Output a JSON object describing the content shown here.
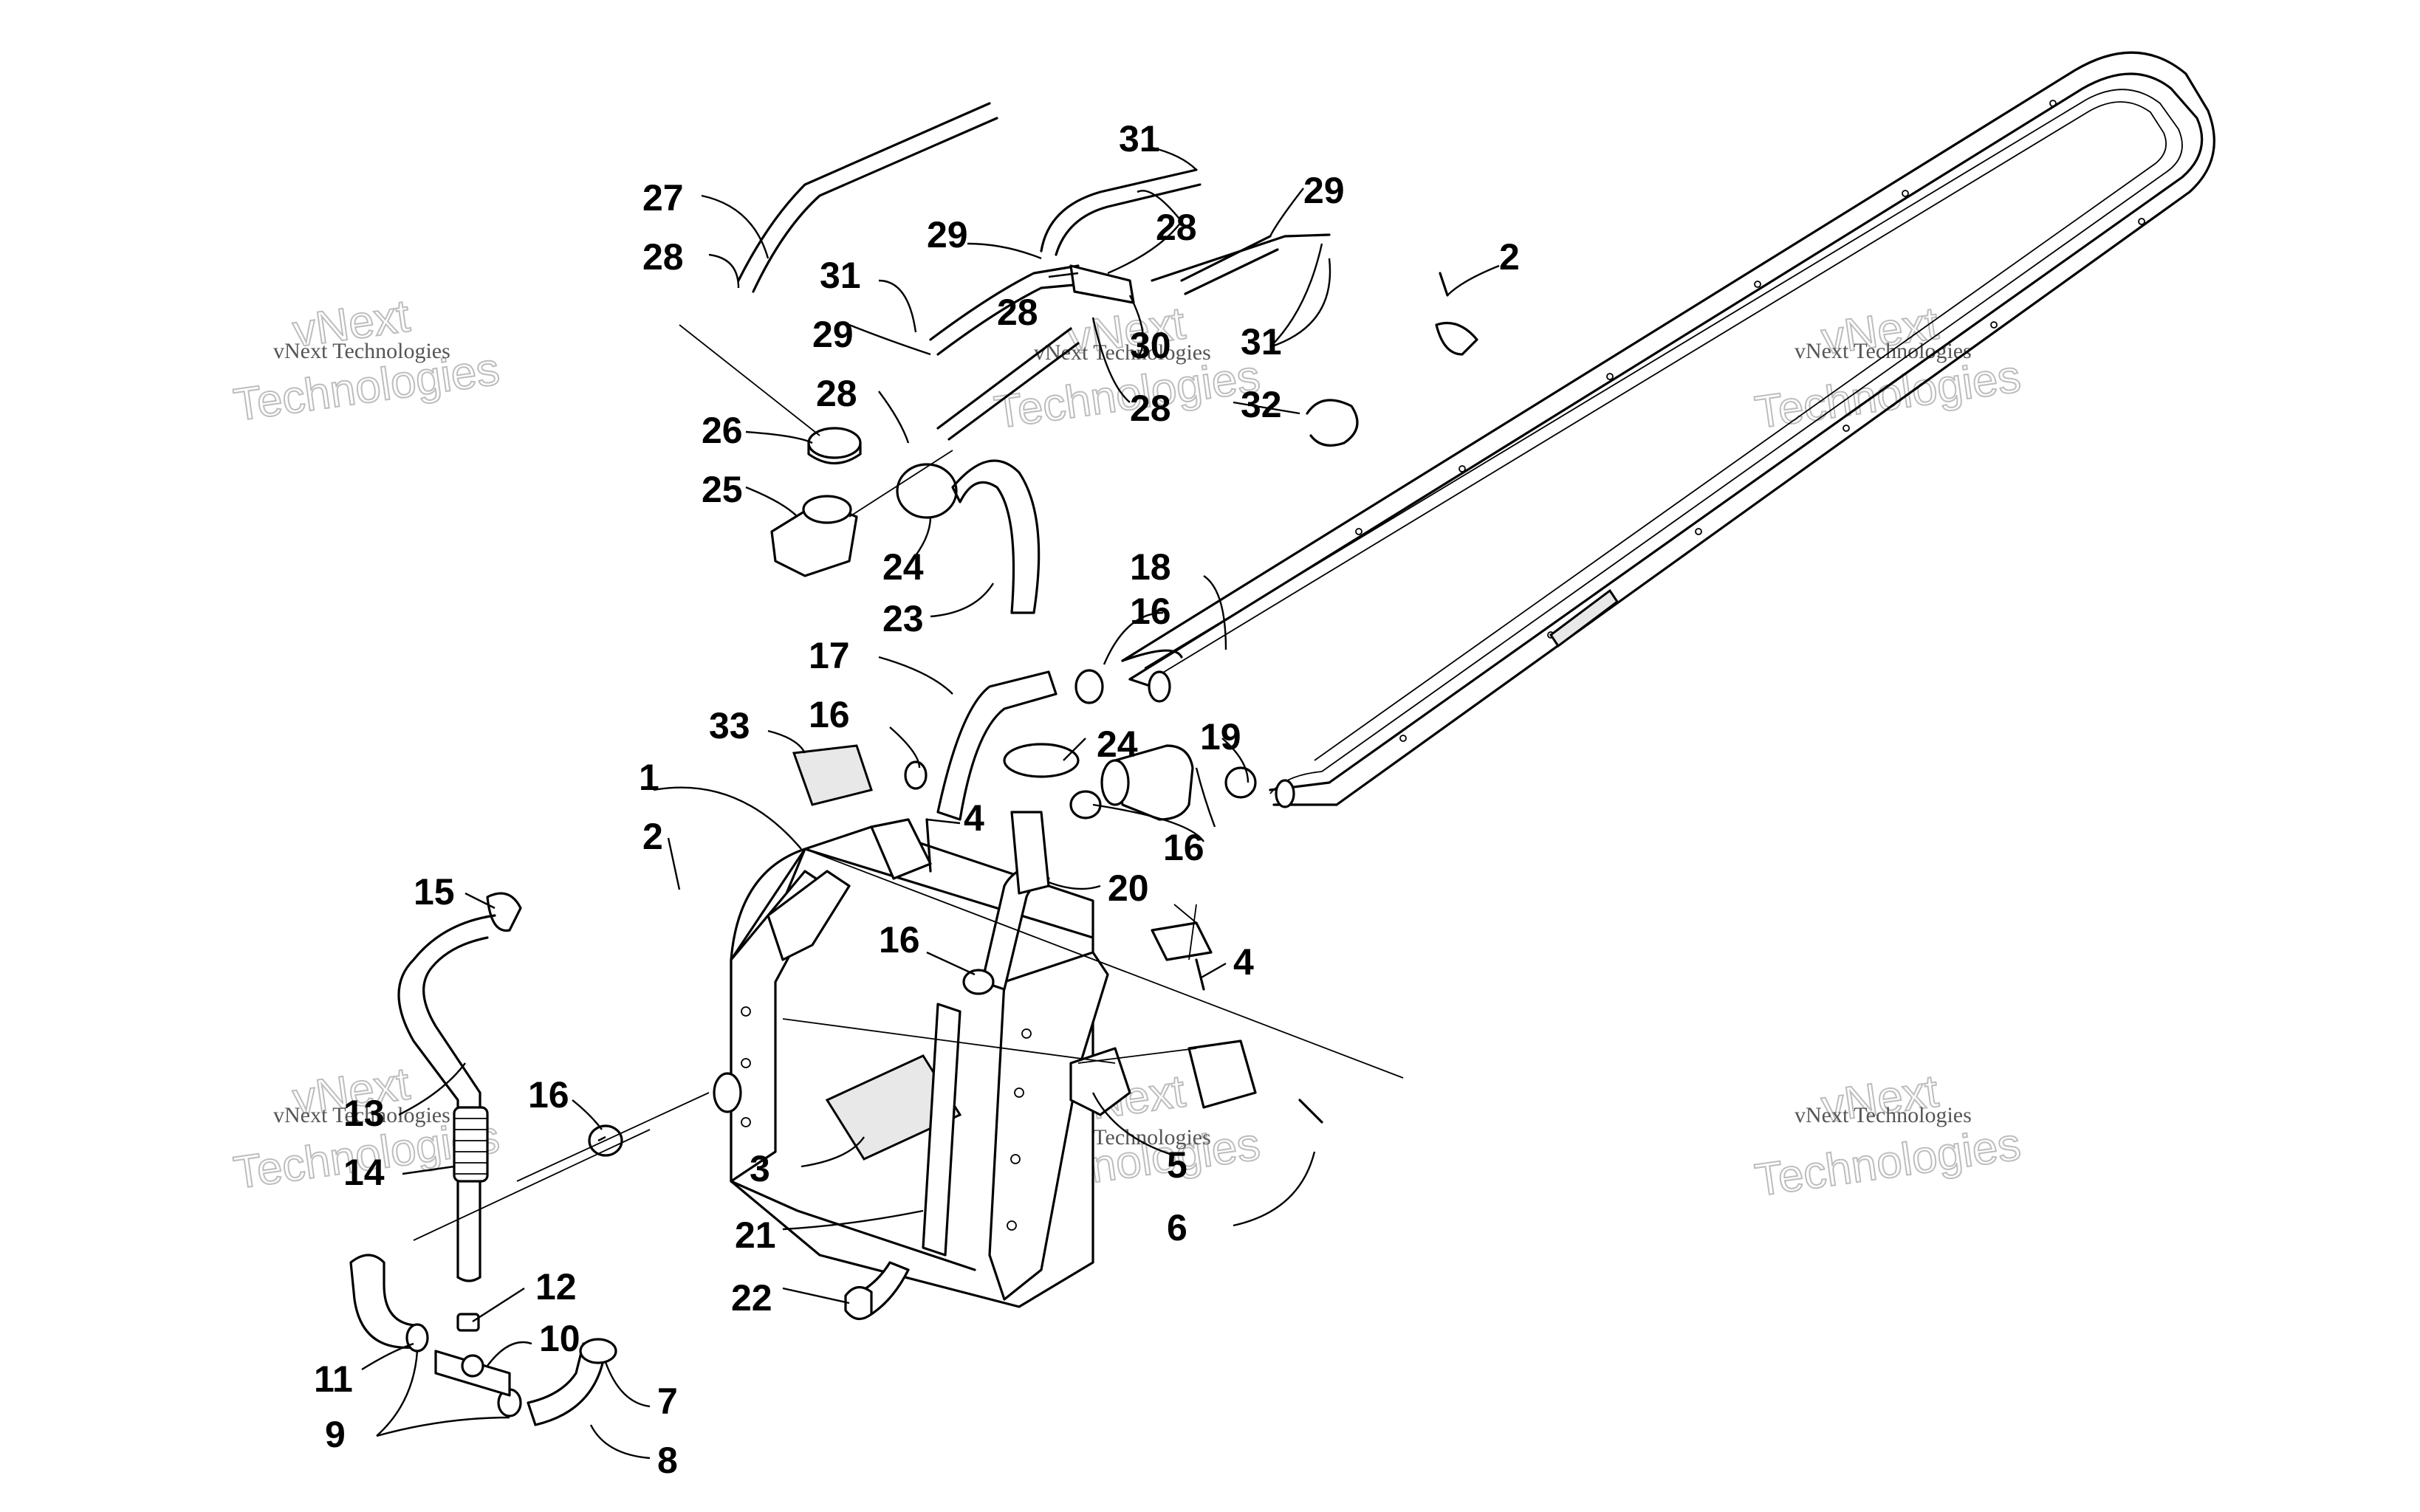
{
  "watermark": {
    "line1": "vNext Technologies",
    "line2": "vNext",
    "line3": "Technologies"
  },
  "callouts": [
    {
      "id": "c1",
      "label": "1"
    },
    {
      "id": "c2a",
      "label": "2"
    },
    {
      "id": "c2b",
      "label": "2"
    },
    {
      "id": "c3",
      "label": "3"
    },
    {
      "id": "c4a",
      "label": "4"
    },
    {
      "id": "c4b",
      "label": "4"
    },
    {
      "id": "c5",
      "label": "5"
    },
    {
      "id": "c6",
      "label": "6"
    },
    {
      "id": "c7",
      "label": "7"
    },
    {
      "id": "c8",
      "label": "8"
    },
    {
      "id": "c9",
      "label": "9"
    },
    {
      "id": "c10",
      "label": "10"
    },
    {
      "id": "c11",
      "label": "11"
    },
    {
      "id": "c12",
      "label": "12"
    },
    {
      "id": "c13",
      "label": "13"
    },
    {
      "id": "c14",
      "label": "14"
    },
    {
      "id": "c15",
      "label": "15"
    },
    {
      "id": "c16a",
      "label": "16"
    },
    {
      "id": "c16b",
      "label": "16"
    },
    {
      "id": "c16c",
      "label": "16"
    },
    {
      "id": "c16d",
      "label": "16"
    },
    {
      "id": "c16e",
      "label": "16"
    },
    {
      "id": "c17",
      "label": "17"
    },
    {
      "id": "c18",
      "label": "18"
    },
    {
      "id": "c19",
      "label": "19"
    },
    {
      "id": "c20",
      "label": "20"
    },
    {
      "id": "c21",
      "label": "21"
    },
    {
      "id": "c22",
      "label": "22"
    },
    {
      "id": "c23",
      "label": "23"
    },
    {
      "id": "c24a",
      "label": "24"
    },
    {
      "id": "c24b",
      "label": "24"
    },
    {
      "id": "c25",
      "label": "25"
    },
    {
      "id": "c26",
      "label": "26"
    },
    {
      "id": "c27",
      "label": "27"
    },
    {
      "id": "c28a",
      "label": "28"
    },
    {
      "id": "c28b",
      "label": "28"
    },
    {
      "id": "c28c",
      "label": "28"
    },
    {
      "id": "c28d",
      "label": "28"
    },
    {
      "id": "c28e",
      "label": "28"
    },
    {
      "id": "c29a",
      "label": "29"
    },
    {
      "id": "c29b",
      "label": "29"
    },
    {
      "id": "c29c",
      "label": "29"
    },
    {
      "id": "c30",
      "label": "30"
    },
    {
      "id": "c31a",
      "label": "31"
    },
    {
      "id": "c31b",
      "label": "31"
    },
    {
      "id": "c31c",
      "label": "31"
    },
    {
      "id": "c32",
      "label": "32"
    },
    {
      "id": "c33",
      "label": "33"
    }
  ]
}
